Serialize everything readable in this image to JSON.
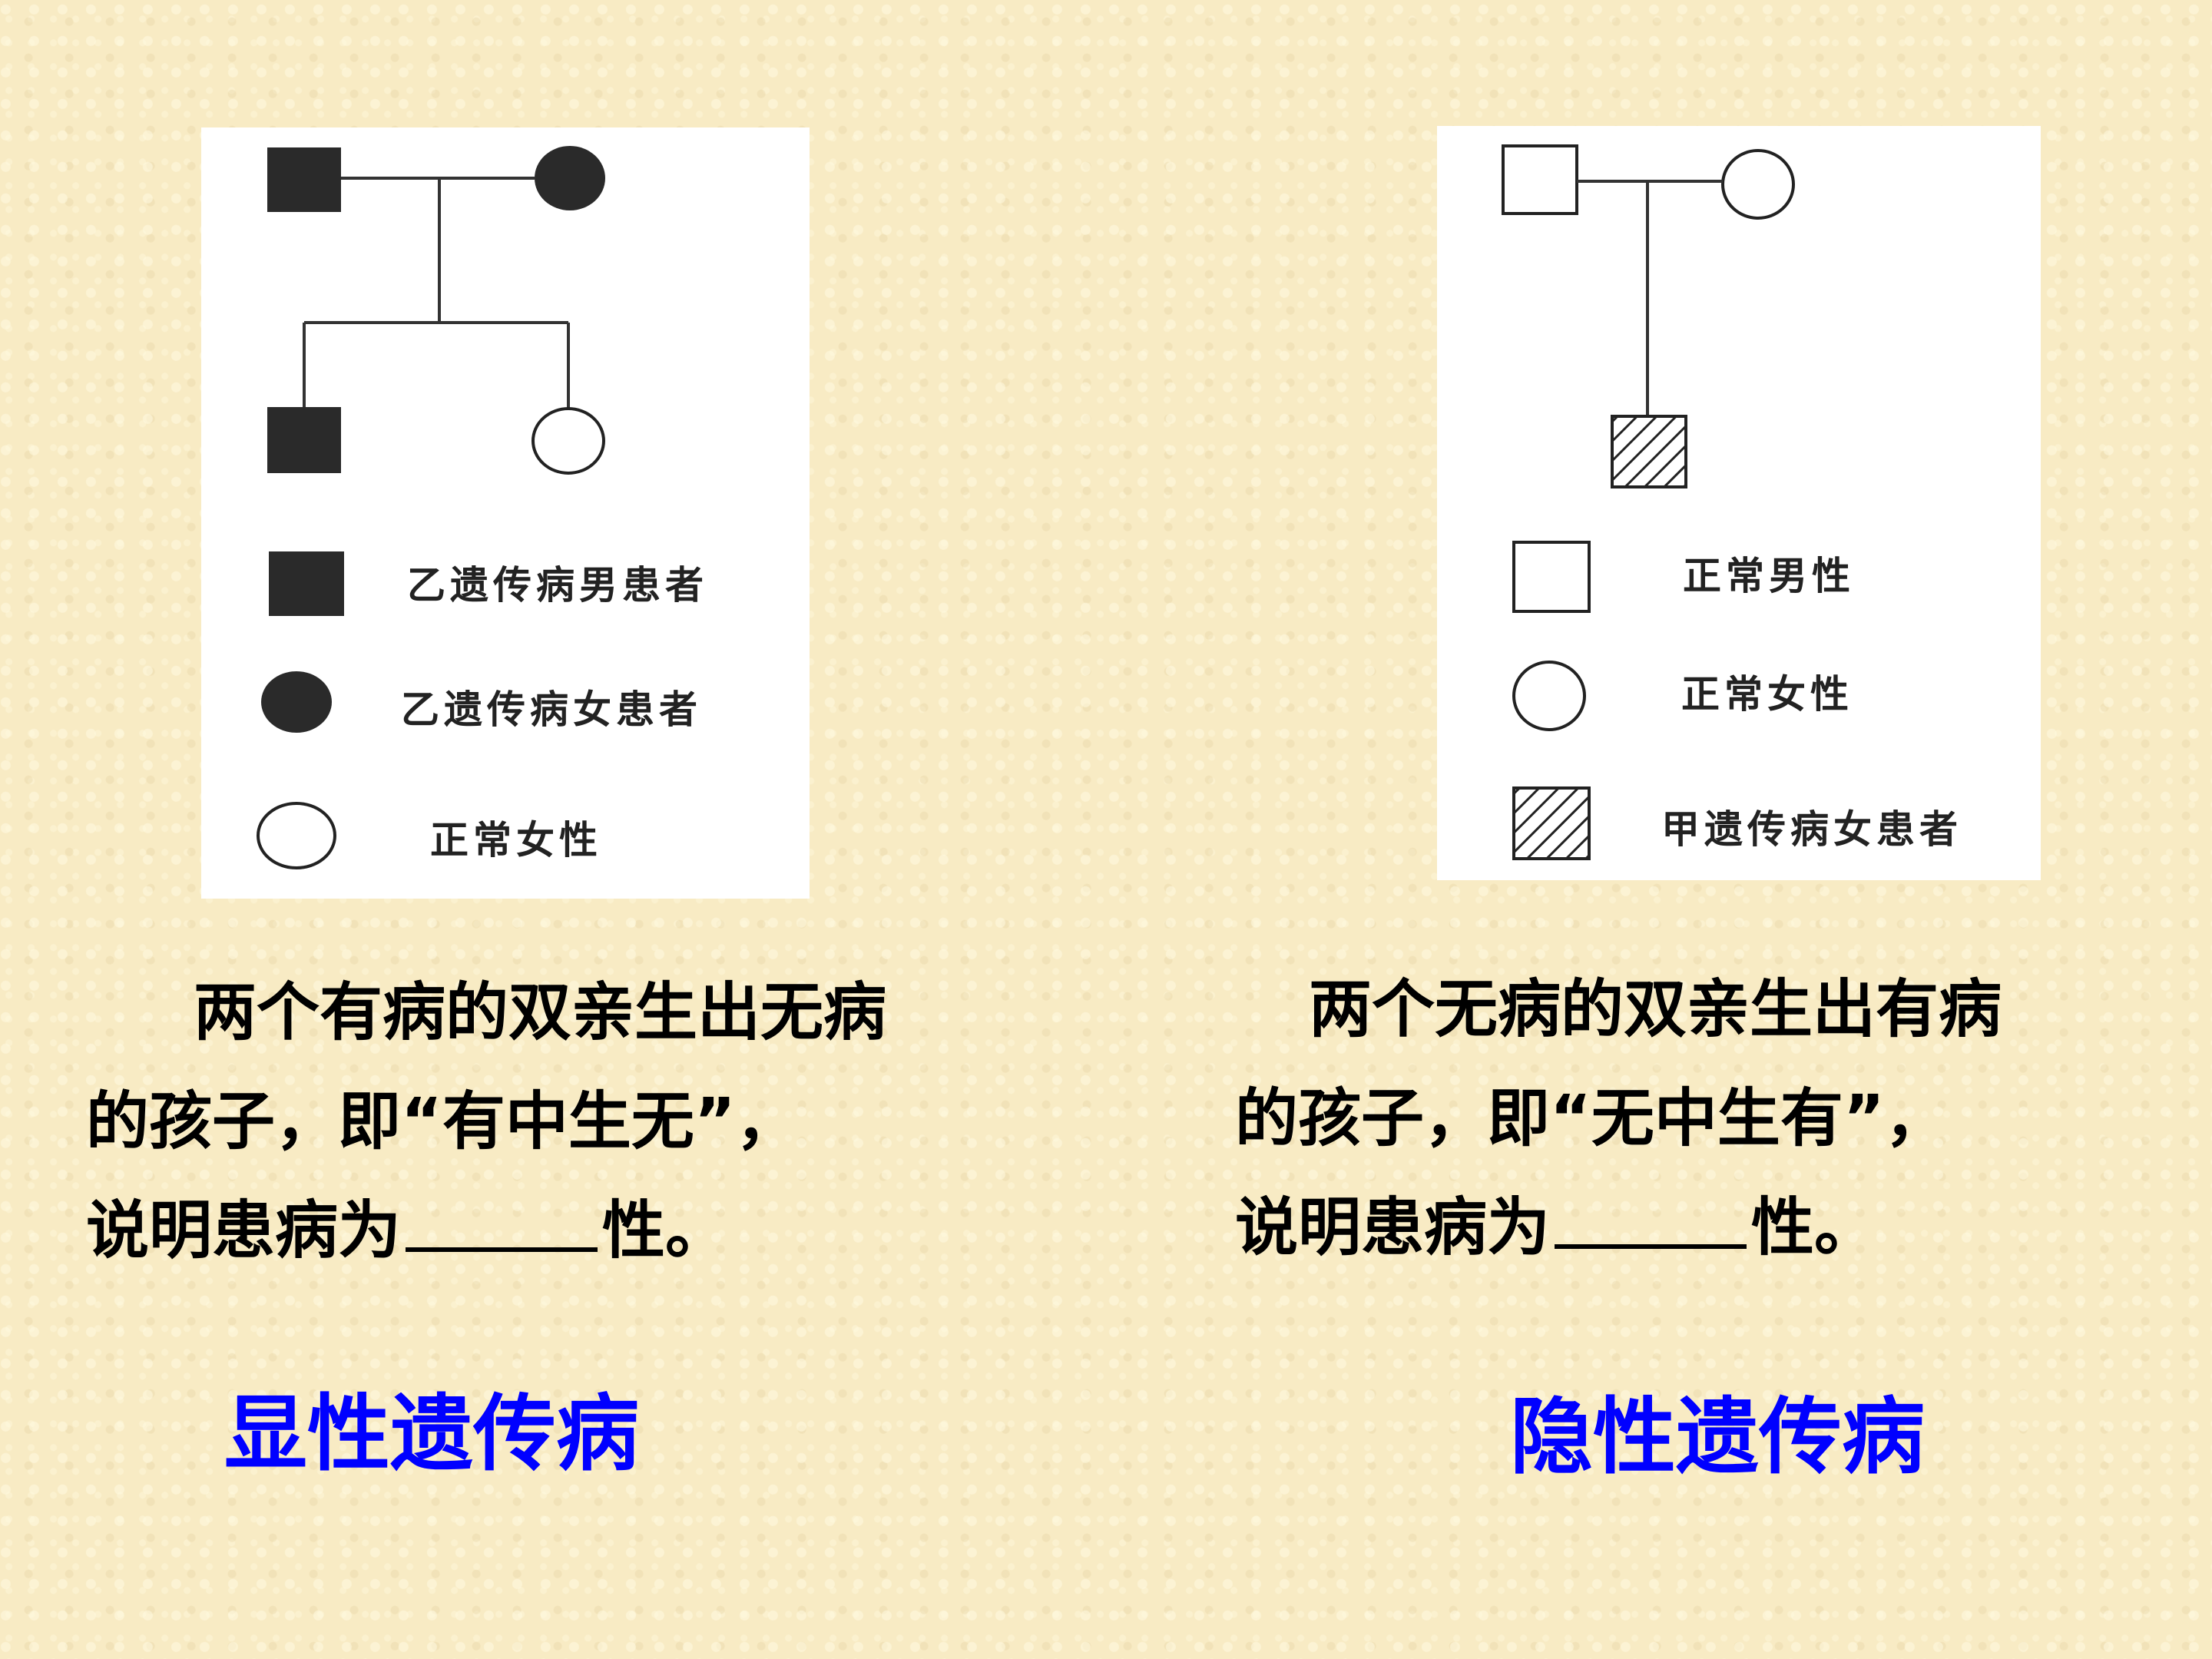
{
  "left": {
    "legend": {
      "male_patient": "乙遗传病男患者",
      "female_patient": "乙遗传病女患者",
      "normal_female": "正常女性"
    },
    "paragraph": {
      "line1": "两个有病的双亲生出无病",
      "line2": "的孩子，即“有中生无”，",
      "line3_before": "说明患病为",
      "line3_after": "性。"
    },
    "answer": "显性遗传病"
  },
  "right": {
    "legend": {
      "normal_male": "正常男性",
      "normal_female": "正常女性",
      "female_patient": "甲遗传病女患者"
    },
    "paragraph": {
      "line1": "两个无病的双亲生出有病",
      "line2": "的孩子，即“无中生有”，",
      "line3_before": "说明患病为",
      "line3_after": "性。"
    },
    "answer": "隐性遗传病"
  },
  "colors": {
    "background": "#f8ebc4",
    "answer": "#0000ff",
    "symbol_fill": "#2a2a2a"
  }
}
